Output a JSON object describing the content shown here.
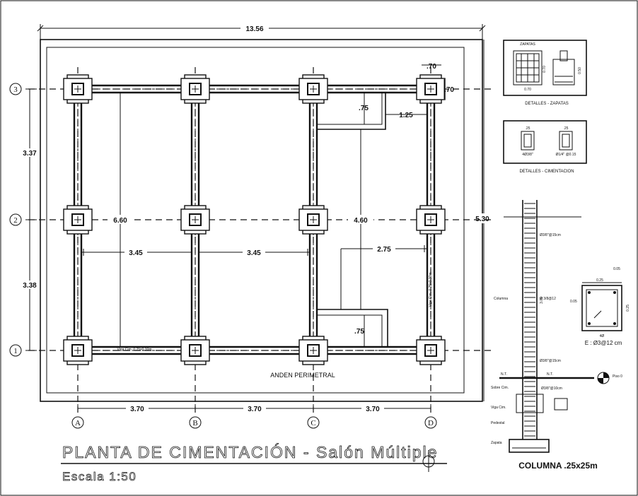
{
  "plan": {
    "title": "PLANTA DE CIMENTACIÓN - Salón Múltiple",
    "scale": "Escala 1:50",
    "axes_rows": [
      "3",
      "2",
      "1"
    ],
    "axes_cols": [
      "A",
      "B",
      "C",
      "D"
    ],
    "dims": {
      "total_width": "13.56",
      "right_height": "5.30",
      "left_upper": "3.37",
      "left_lower": "3.38",
      "span_ab": "3.70",
      "span_bc": "3.70",
      "span_cd": "3.70",
      "inner_height_1": "6.60",
      "inner_height_2": "4.60",
      "inner_span_1": "3.45",
      "inner_span_2": "3.45",
      "inner_span_3": "2.75",
      "stair_top": ".75",
      "stair_bottom": ".75",
      "stair_width": "1.25",
      "corner_w": ".70",
      "corner_h": ".70"
    },
    "perimeter_label": "ANDEN PERIMETRAL",
    "beam_label_bottom": "Viga Cim. 0.25x0.30m",
    "beam_label_right": "Viga Cim. 0.25x0.30m"
  },
  "details_zapatas": {
    "header": "ZAPATAS",
    "caption": "DETALLES - ZAPATAS",
    "dim_w": "0.70",
    "dim_h": "0.70",
    "dim_d": "0.50"
  },
  "details_cimentacion": {
    "caption": "DETALLES - CIMENTACION",
    "label_a": ".25",
    "label_b": ".25",
    "note_a": "4Ø3/8\"",
    "note_b": "Ø1/4\" @0.15"
  },
  "column_detail": {
    "title": "COLUMNA .25x25m",
    "labels": {
      "columna": "Columna",
      "sobre_cim": "Sobre Cim.",
      "viga_cim": "Viga Cim.",
      "pedestal": "Pedestal",
      "zapata": "Zapata",
      "nt_left": "N.T.",
      "nt_right": "N.T.",
      "piso": "Piso 0",
      "est_top": "Ø3/8\"@15cm",
      "est_mid": "Ø 3/8@12",
      "est_low": "Ø3/8\"@15cm",
      "est_base": "Ø3/8\"@10cm",
      "height": "3.00"
    },
    "section": {
      "top_a": "0.05",
      "top_b": "0.25",
      "side_left": "0.05",
      "side_right": "0.25",
      "bars": "4Ø",
      "stirrup": "E : Ø3@12 cm"
    }
  }
}
